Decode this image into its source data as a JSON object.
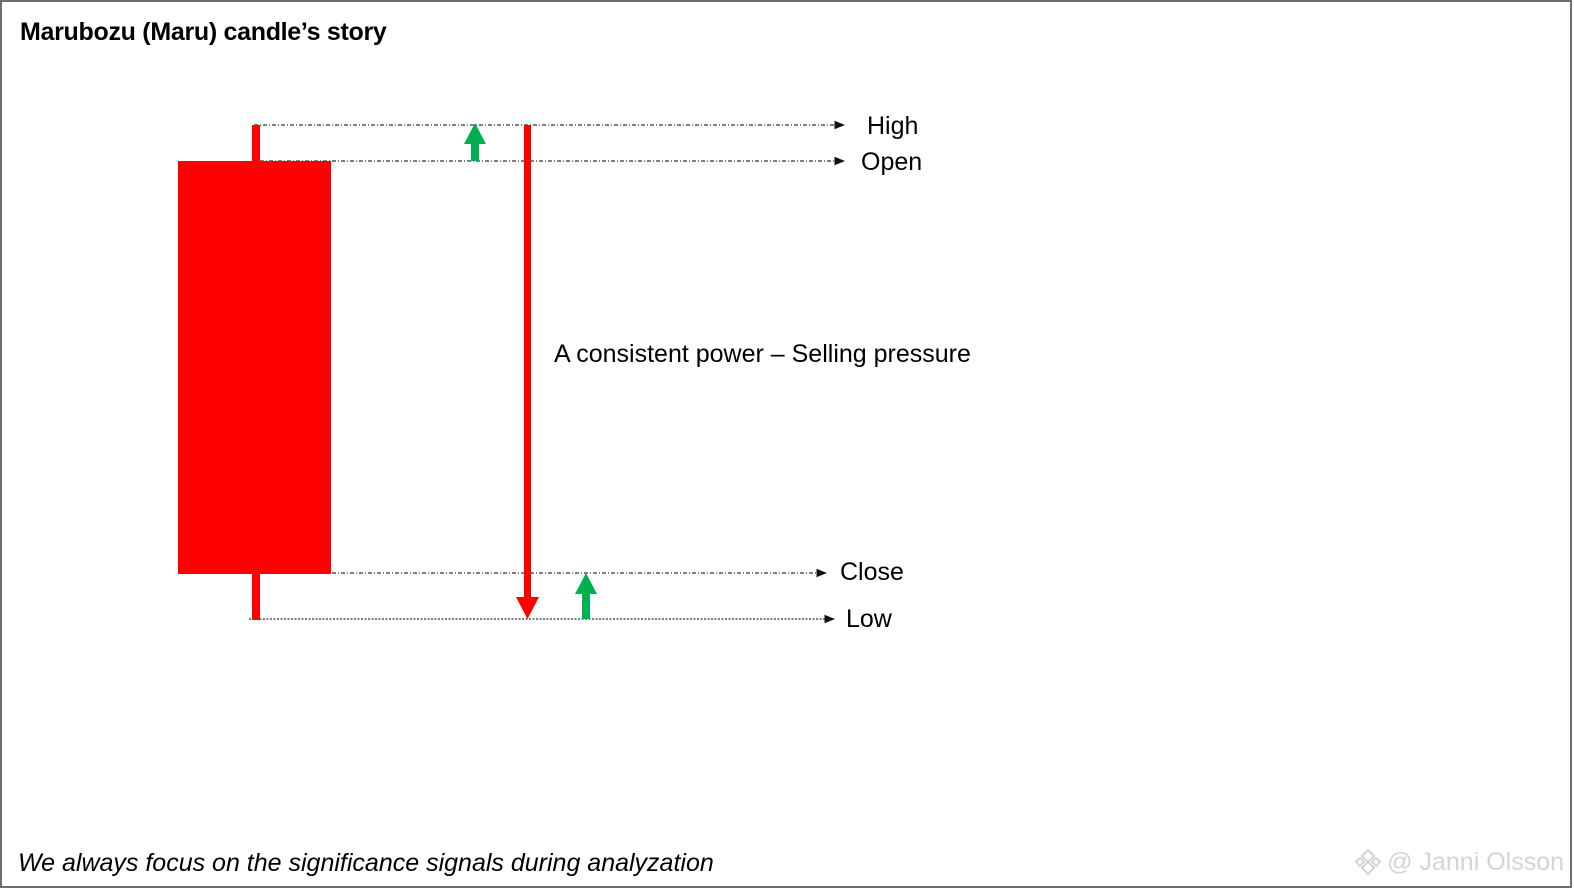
{
  "title": "Marubozu (Maru) candle’s story",
  "colors": {
    "bearish_candle": "#ff0000",
    "up_arrow": "#00b050",
    "guide_line": "#333333"
  },
  "candle": {
    "type": "bearish-marubozu",
    "labels": {
      "high": "High",
      "open": "Open",
      "close": "Close",
      "low": "Low"
    }
  },
  "annotation": "A consistent power – Selling pressure",
  "footer": "We always focus on the significance signals during analyzation",
  "watermark": {
    "text": "@ Janni Olsson",
    "icon": "binance-logo-icon"
  }
}
